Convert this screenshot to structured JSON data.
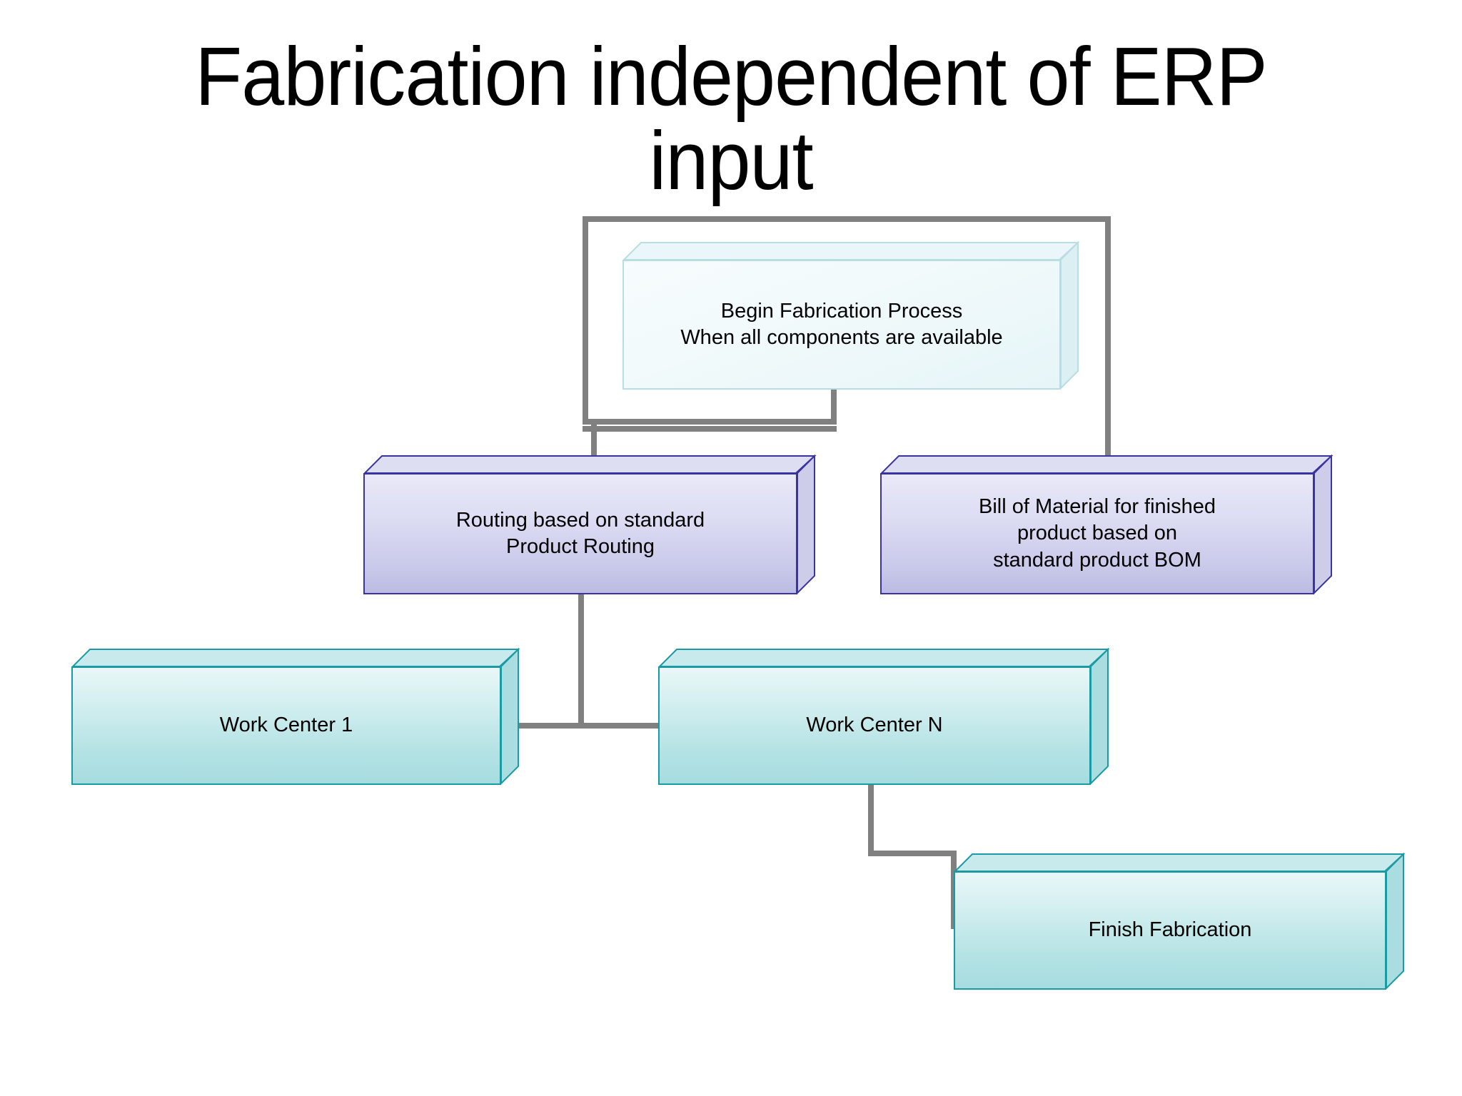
{
  "slide": {
    "title": "Fabrication independent of ERP\ninput",
    "background_color": "#ffffff",
    "connector_color": "#808080"
  },
  "diagram": {
    "type": "flowchart",
    "nodes": [
      {
        "id": "begin-fabrication",
        "label": "Begin Fabrication Process\nWhen all components are available",
        "style": "ice",
        "fill_color": "#eef8fa",
        "border_color": "#b8dde3"
      },
      {
        "id": "routing",
        "label": "Routing based on standard\nProduct Routing",
        "style": "violet",
        "fill_color": "#d3d3ef",
        "border_color": "#3b34a0"
      },
      {
        "id": "bill-of-material",
        "label": "Bill of Material for finished\nproduct based on\nstandard product BOM",
        "style": "violet",
        "fill_color": "#d3d3ef",
        "border_color": "#3b34a0"
      },
      {
        "id": "work-center-1",
        "label": "Work Center 1",
        "style": "teal",
        "fill_color": "#bfe7e9",
        "border_color": "#1a9aa2"
      },
      {
        "id": "work-center-n",
        "label": "Work Center N",
        "style": "teal",
        "fill_color": "#bfe7e9",
        "border_color": "#1a9aa2"
      },
      {
        "id": "finish-fabrication",
        "label": "Finish Fabrication",
        "style": "teal",
        "fill_color": "#bfe7e9",
        "border_color": "#1a9aa2"
      }
    ],
    "edges": [
      {
        "from": "begin-fabrication",
        "to": "routing"
      },
      {
        "from": "begin-fabrication",
        "to": "bill-of-material"
      },
      {
        "from": "routing",
        "to": "work-center-1"
      },
      {
        "from": "routing",
        "to": "work-center-n"
      },
      {
        "from": "work-center-n",
        "to": "finish-fabrication"
      }
    ]
  }
}
